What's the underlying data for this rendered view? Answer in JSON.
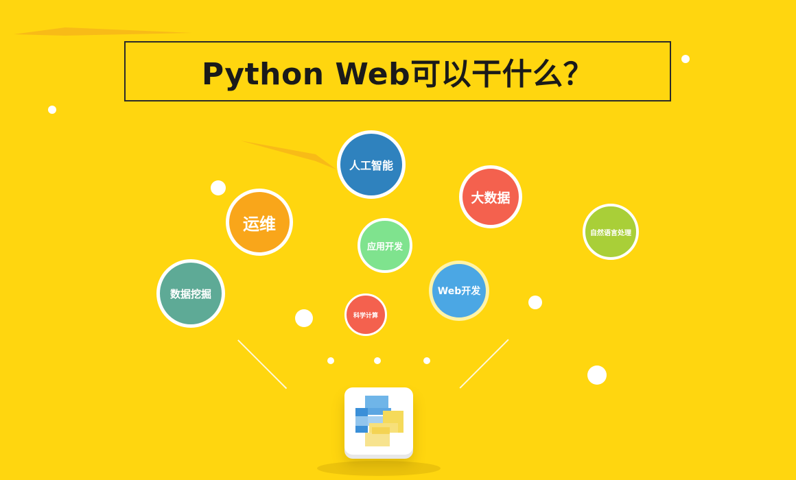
{
  "title": "Python Web可以干什么？",
  "topics": [
    {
      "label": "人工智能",
      "color": "#2F82BE",
      "icon": ""
    },
    {
      "label": "大数据",
      "color": "#F4614E",
      "icon": ""
    },
    {
      "label": "运维",
      "color": "#F9A61A",
      "icon": ""
    },
    {
      "label": "自然语言处理",
      "color": "#A9CF38",
      "icon": ""
    },
    {
      "label": "应用开发",
      "color": "#7FE38E",
      "icon": ""
    },
    {
      "label": "数据挖掘",
      "color": "#5EAA96",
      "icon": ""
    },
    {
      "label": "Web开发",
      "color": "#4BA7E4",
      "icon": ""
    },
    {
      "label": "科学计算",
      "color": "#F4614E",
      "icon": ""
    }
  ],
  "logo": {
    "icon": "python-logo-icon"
  },
  "colors": {
    "background": "#FFD60F",
    "border": "#2a2a2a",
    "title": "#1a1a1a"
  }
}
